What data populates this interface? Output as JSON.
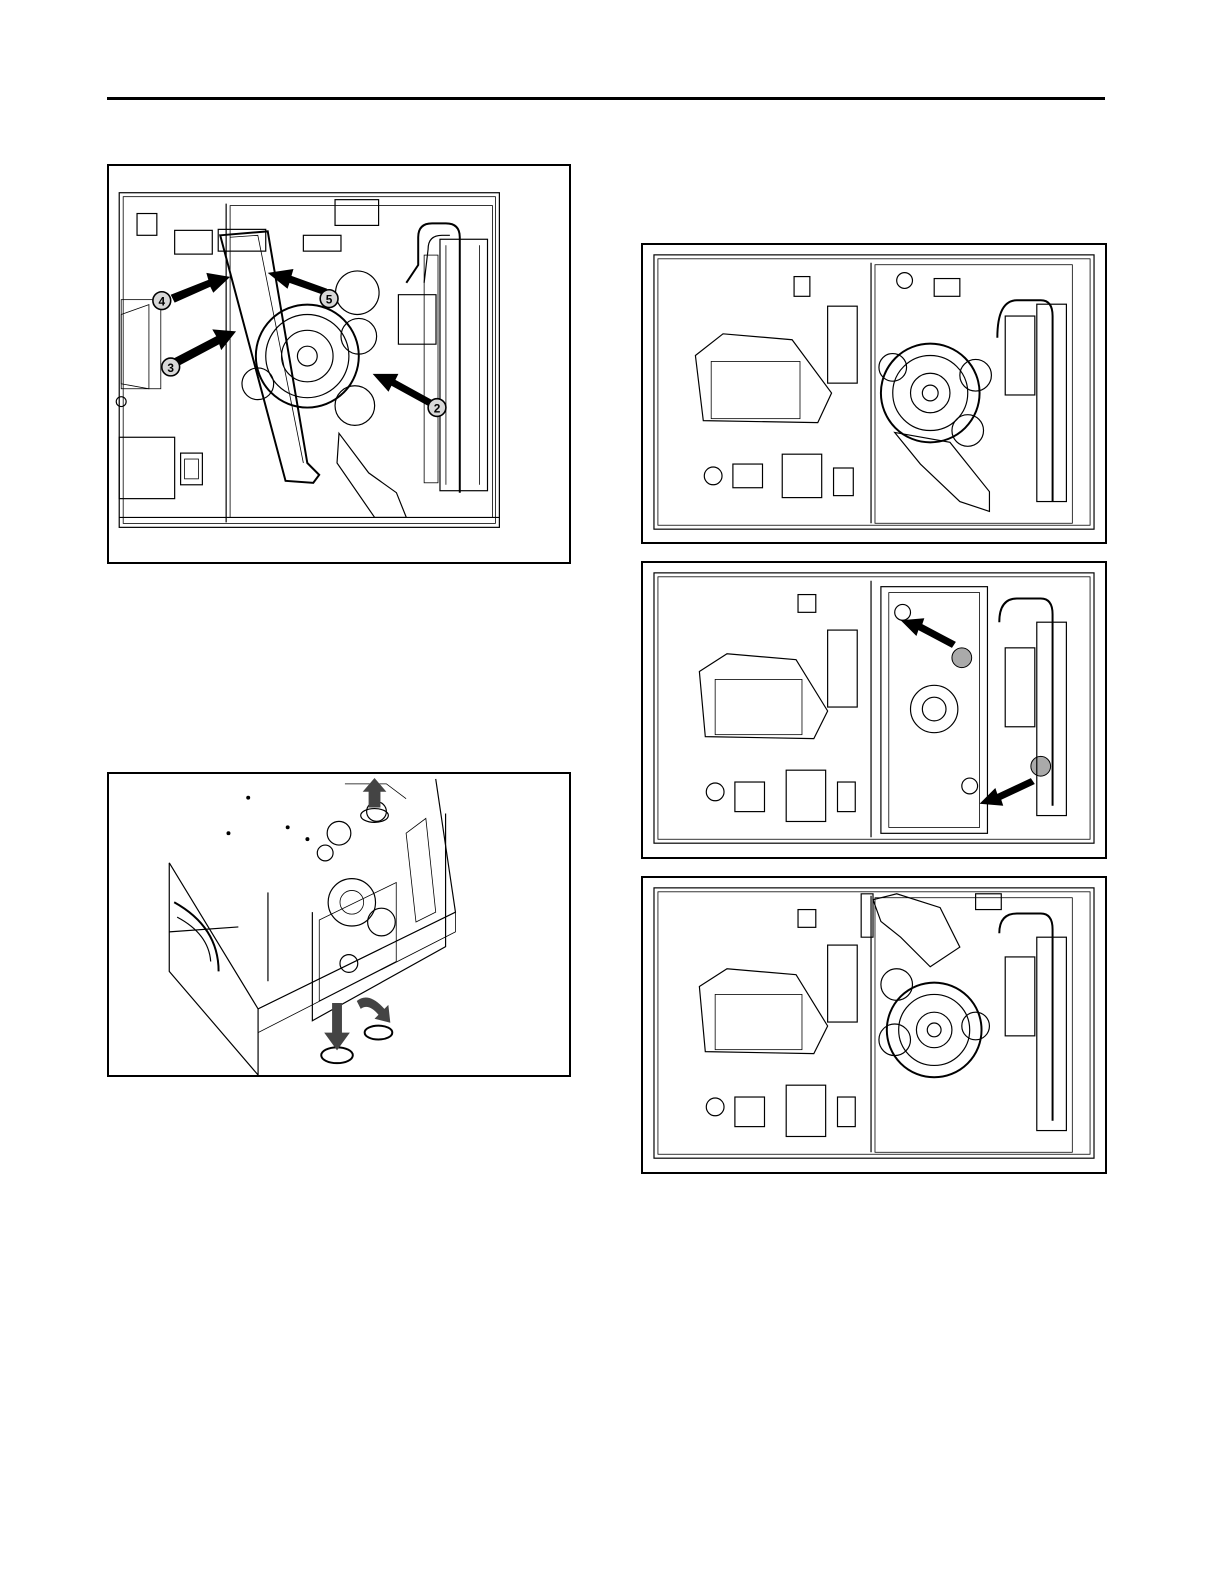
{
  "callouts": {
    "c2": "2",
    "c3": "3",
    "c4": "4",
    "c5": "5"
  },
  "figures": [
    {
      "id": "figure-inducer-removal",
      "icon": "furnace-front-view-with-numbered-arrows"
    },
    {
      "id": "figure-cabinet-isometric",
      "icon": "furnace-cabinet-isometric-with-knockouts"
    },
    {
      "id": "figure-inducer-installed",
      "icon": "furnace-front-view-inducer-installed"
    },
    {
      "id": "figure-inducer-removed-plugs",
      "icon": "furnace-front-view-inducer-removed"
    },
    {
      "id": "figure-inducer-rotated",
      "icon": "furnace-front-view-inducer-rotated"
    }
  ]
}
